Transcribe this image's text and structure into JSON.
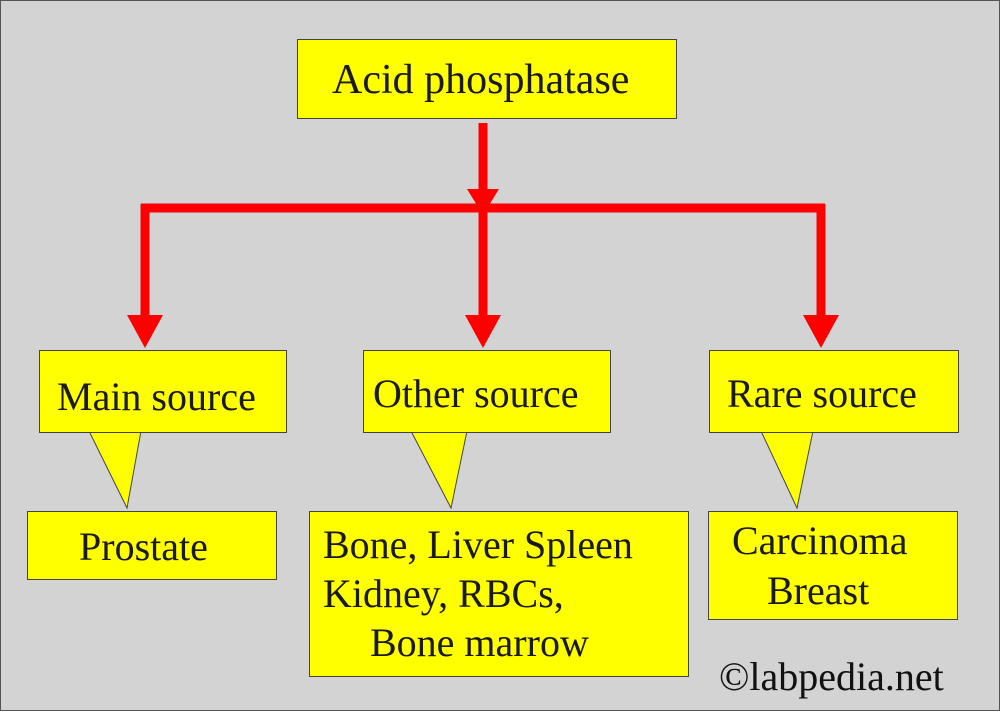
{
  "title": "Acid phosphatase",
  "sources": [
    {
      "label": "Main source",
      "detail": [
        "Prostate"
      ]
    },
    {
      "label": "Other source",
      "detail": [
        "Bone, Liver Spleen",
        "Kidney, RBCs,",
        "Bone marrow"
      ]
    },
    {
      "label": "Rare source",
      "detail": [
        "Carcinoma",
        "Breast"
      ]
    }
  ],
  "copyright": "©labpedia.net",
  "colors": {
    "background": "#d3d3d3",
    "box": "#ffff00",
    "arrow": "#ff0000"
  }
}
